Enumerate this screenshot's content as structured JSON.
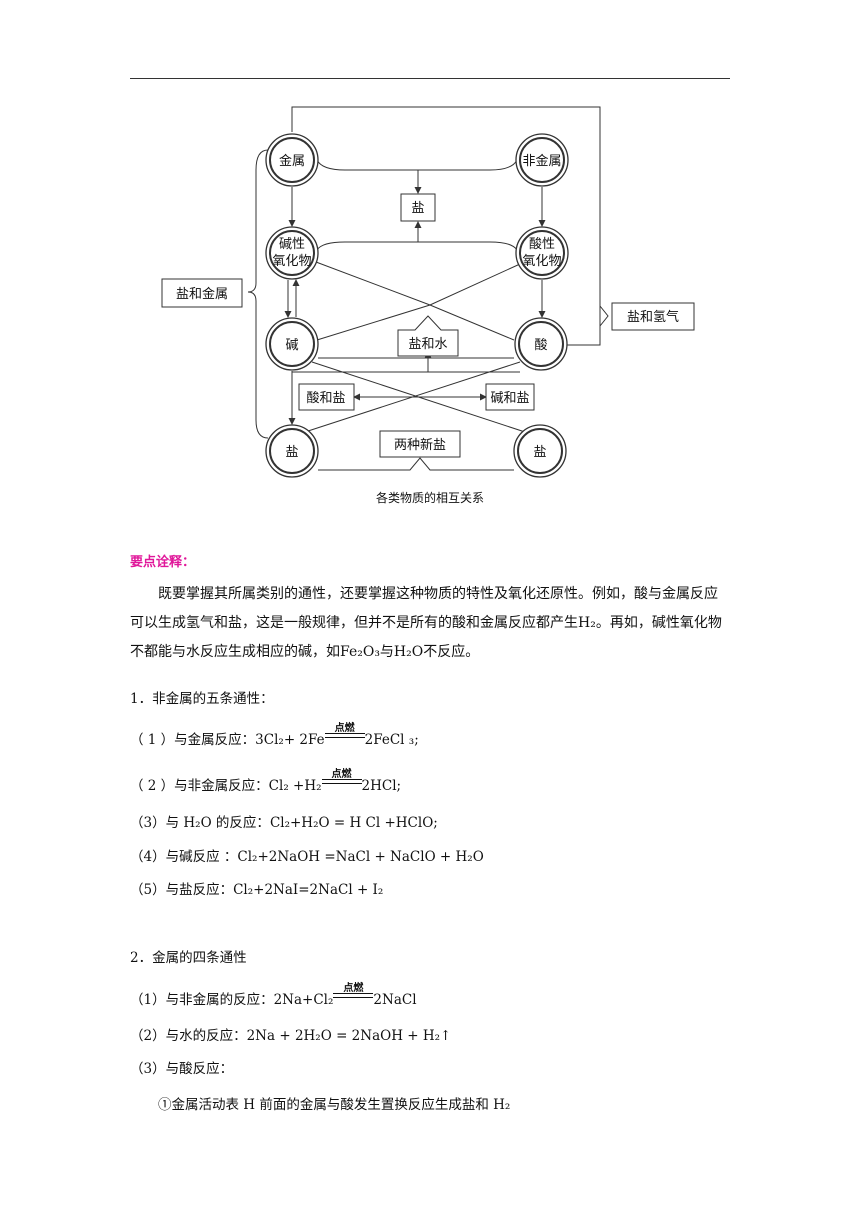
{
  "diagram": {
    "nodes": {
      "metal": "金属",
      "nonmetal": "非金属",
      "basic_oxide": [
        "碱性",
        "氧化物"
      ],
      "acidic_oxide": [
        "酸性",
        "氧化物"
      ],
      "base": "碱",
      "acid": "酸",
      "salt_left": "盐",
      "salt_right": "盐"
    },
    "boxes": {
      "salt_top": "盐",
      "salt_and_metal": "盐和金属",
      "salt_and_hydrogen": "盐和氢气",
      "salt_and_water": "盐和水",
      "acid_and_salt": "酸和盐",
      "base_and_salt": "碱和盐",
      "two_new_salts": "两种新盐"
    },
    "caption": "各类物质的相互关系"
  },
  "section_heading": "要点诠释：",
  "paragraph": "既要掌握其所属类别的通性，还要掌握这种物质的特性及氧化还原性。例如，酸与金属反应可以生成氢气和盐，这是一般规律，但并不是所有的酸和金属反应都产生H₂。再如，碱性氧化物不都能与水反应生成相应的碱，如Fe₂O₃与H₂O不反应。",
  "nonmetal": {
    "title": "1．非金属的五条通性：",
    "items": [
      {
        "label": "（ 1 ）与金属反应：",
        "pre": "3Cl₂+ 2Fe",
        "cond": "点燃",
        "post": "2FeCl ₃;"
      },
      {
        "label": "（ 2 ）与非金属反应：",
        "pre": "Cl₂ +H₂",
        "cond": "点燃",
        "post": "2HCl;"
      },
      {
        "label": "（3）与 H₂O 的反应：",
        "text": "Cl₂+H₂O = H Cl +HClO;"
      },
      {
        "label": "（4）与碱反应 ：",
        "text": "Cl₂+2NaOH =NaCl + NaClO + H₂O"
      },
      {
        "label": "（5）与盐反应：",
        "text": "Cl₂+2NaI=2NaCl + I₂"
      }
    ]
  },
  "metal": {
    "title": "2．金属的四条通性",
    "items": [
      {
        "label": "（1）与非金属的反应：",
        "pre": "2Na+Cl₂",
        "cond": "点燃",
        "post": "2NaCl"
      },
      {
        "label": "（2）与水的反应：",
        "text": "2Na + 2H₂O = 2NaOH + H₂↑"
      },
      {
        "label": "（3）与酸反应：",
        "text": ""
      }
    ],
    "sub_item": "①金属活动表 H 前面的金属与酸发生置换反应生成盐和 H₂"
  }
}
